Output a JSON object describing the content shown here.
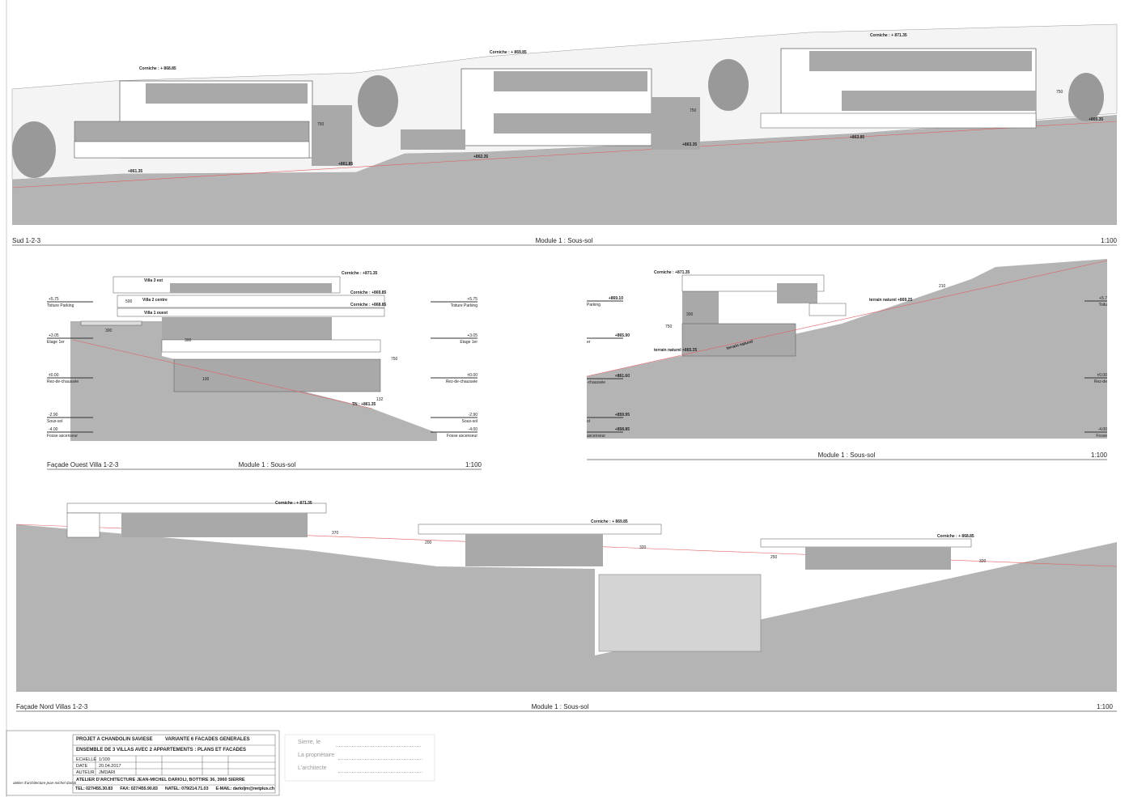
{
  "sheet": {
    "elevation_sud": {
      "title": "Sud 1-2-3",
      "module": "Module 1 : Sous-sol",
      "scale": "1:100",
      "labels": {
        "corniche1": "Corniche : + 868.85",
        "corniche2": "Corniche : + 869.85",
        "corniche3": "Corniche : + 871.35",
        "l1": "+861.35",
        "l2": "+861.85",
        "l3": "+862.35",
        "l4": "+863.35",
        "l5": "+863.85",
        "l6": "+865.35",
        "d1": "750",
        "d2": "750",
        "d3": "750"
      }
    },
    "elevation_ouest": {
      "title": "Façade Ouest Villa 1-2-3",
      "module": "Module 1 : Sous-sol",
      "scale": "1:100",
      "villas": [
        "Villa 3 est",
        "Villa 2 centre",
        "Villa 1 ouest"
      ],
      "corniches": [
        "Corniche : +871.35",
        "Corniche : +869.85",
        "Corniche : +868.85"
      ],
      "tn": "TN : +861.35",
      "levels": [
        {
          "value": "+5.75",
          "name": "Toiture Parking"
        },
        {
          "value": "+3.05",
          "name": "Etage 1er"
        },
        {
          "value": "±0.00",
          "name": "Rez-de-chaussée"
        },
        {
          "value": "-2.90",
          "name": "Sous-sol"
        },
        {
          "value": "-4.00",
          "name": "Fosse ascenseur"
        }
      ],
      "dims": [
        "500",
        "300",
        "300",
        "750",
        "100",
        "132"
      ]
    },
    "elevation_est": {
      "module": "Module 1 : Sous-sol",
      "scale": "1:100",
      "corniche": "Corniche : +871.35",
      "terrain1": "terrain naturel  +865.35",
      "terrain2": "terrain naturel",
      "terrain3": "terrain naturel  +869.25",
      "levels_left": [
        {
          "value": "+869.10",
          "name": "Parking"
        },
        {
          "value": "+865.90",
          "name": "er"
        },
        {
          "value": "+861.60",
          "name": "-chaussée"
        },
        {
          "value": "+859.95",
          "name": "ol"
        },
        {
          "value": "+858.85",
          "name": "ascenseur"
        }
      ],
      "levels_right": [
        "+5.7",
        "Toitu",
        "±0.00",
        "Rez-de",
        "-4.00",
        "Fosse"
      ],
      "dims": [
        "750",
        "300",
        "210"
      ]
    },
    "elevation_nord": {
      "title": "Façade Nord Villas 1-2-3",
      "module": "Module 1 : Sous-sol",
      "scale": "1:100",
      "corniches": [
        "Corniche : + 871.35",
        "Corniche : + 869.85",
        "Corniche : + 868.85"
      ],
      "dims": [
        "370",
        "200",
        "320",
        "250",
        "320"
      ]
    }
  },
  "title_block": {
    "project": "PROJET A CHANDOLIN SAVIESE",
    "variant": "VARIANTE 6  FACADES GENERALES",
    "subtitle": "ENSEMBLE DE 3 VILLAS AVEC 2 APPARTEMENTS  : PLANS ET FACADES",
    "echelle_label": "ECHELLE",
    "echelle": "1/100",
    "date_label": "DATE",
    "date": "20.04.2017",
    "auteur_label": "AUTEUR",
    "auteur": "JMDARI",
    "atelier": "ATELIER D'ARCHITECTURE JEAN-MICHEL DARIOLI, BOTTIRE 36, 3960 SIERRE",
    "tel": "TEL: 027/455.30.83",
    "fax": "FAX: 027/455.90.83",
    "natel": "NATEL: 079/214.71.03",
    "email": "E-MAIL: darioljm@netplus.ch",
    "logo_text": "atelier d'architecture jean-michel darioli"
  },
  "signatures": {
    "place": "Sierre, le",
    "owner": "La propriétaire",
    "architect": "L'architecte"
  },
  "colors": {
    "ground": "#b4b4b4",
    "wall": "#a9a9a9",
    "window": "#9c9c9c",
    "line": "#555555",
    "red": "#e06060"
  }
}
